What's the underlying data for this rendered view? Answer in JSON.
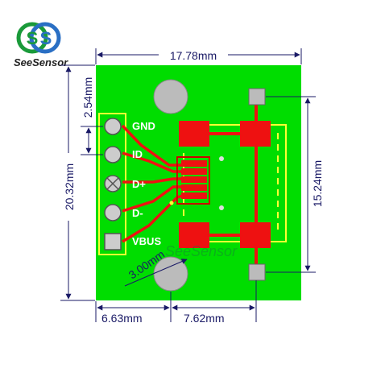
{
  "brand": {
    "name": "SeeSensor",
    "watermark": "SeeSensor",
    "colors": {
      "logo_green": "#1a9a3a",
      "logo_blue": "#2a6fc4"
    }
  },
  "board": {
    "color": "#00dd00",
    "pad_color": "#ee1111",
    "silkscreen_color": "#ffff33",
    "hole_color": "#bbbbbb"
  },
  "pins": [
    {
      "label": "GND",
      "shape": "round"
    },
    {
      "label": "ID",
      "shape": "round"
    },
    {
      "label": "D+",
      "shape": "round-crossed"
    },
    {
      "label": "D-",
      "shape": "round"
    },
    {
      "label": "VBUS",
      "shape": "square"
    }
  ],
  "dimensions": {
    "width_top": "17.78mm",
    "pin_pitch": "2.54mm",
    "height_left": "20.32mm",
    "height_right": "15.24mm",
    "offset_bottom_left": "6.63mm",
    "hole_spacing_bottom": "7.62mm",
    "hole_diameter": "3.00mm"
  }
}
